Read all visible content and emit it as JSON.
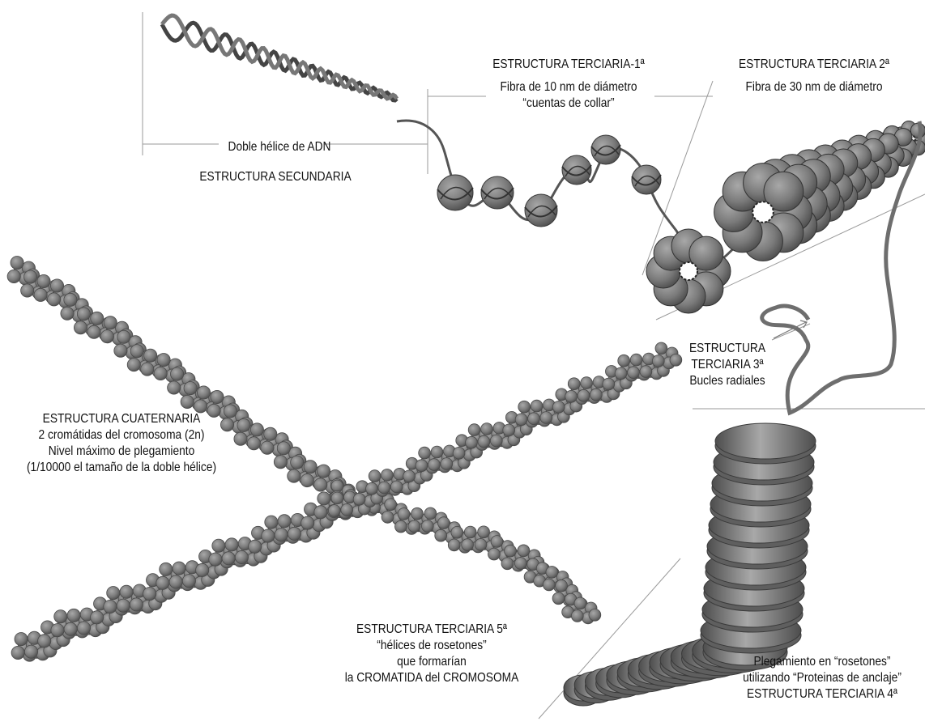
{
  "labels": {
    "secondary": {
      "line1": "Doble hélice de ADN",
      "line2": "ESTRUCTURA SECUNDARIA"
    },
    "tertiary1": {
      "title": "ESTRUCTURA TERCIARIA-1ª",
      "line1": "Fibra de 10 nm de diámetro",
      "line2": "“cuentas de collar”"
    },
    "tertiary2": {
      "title": "ESTRUCTURA TERCIARIA 2ª",
      "line1": "Fibra de 30 nm de diámetro"
    },
    "tertiary3": {
      "line1": "ESTRUCTURA",
      "line2": "TERCIARIA 3ª",
      "line3": "Bucles radiales"
    },
    "quaternary": {
      "line1": "ESTRUCTURA CUATERNARIA",
      "line2": "2 cromátidas del cromosoma (2n)",
      "line3": "Nivel máximo de plegamiento",
      "line4": "(1/10000 el tamaño de la doble hélice)"
    },
    "tertiary5": {
      "title": "ESTRUCTURA TERCIARIA 5ª",
      "line1": "“hélices de rosetones”",
      "line2": "que formarían",
      "line3": "la CROMATIDA del CROMOSOMA"
    },
    "tertiary4": {
      "line1": "Plegamiento en “rosetones”",
      "line2": "utilizando “Proteinas de anclaje”",
      "title": "ESTRUCTURA TERCIARIA 4ª"
    }
  },
  "colors": {
    "bead_fill": "#7a7a7a",
    "bead_dark": "#4d4d4d",
    "bead_light": "#a8a8a8",
    "strand": "#555555",
    "guide_line": "#9a9a9a",
    "text": "#111111"
  }
}
